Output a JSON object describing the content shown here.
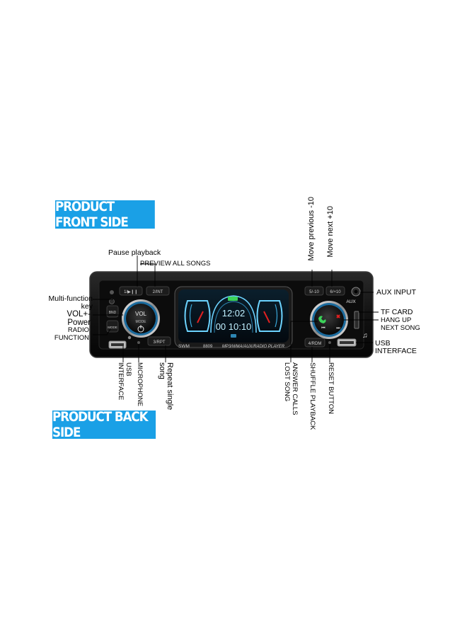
{
  "banners": {
    "front": "PRODUCT FRONT SIDE",
    "back": "PRODUCT BACK SIDE"
  },
  "device": {
    "buttons": [
      "1/▶❙❙",
      "2/INT",
      "3/RPT",
      "4/RDM",
      "5/-10",
      "6/+10",
      "BND",
      "MODE"
    ],
    "knob_left": {
      "vol": "VOL",
      "mode": "MODE"
    },
    "brand": "SWM",
    "model": "8809",
    "tagline": "MP3/WMA/AUX/RADIO PLAYER",
    "aux_port": "AUX",
    "display": {
      "time": "12:02",
      "digits": "00 10:10"
    }
  },
  "labels": {
    "pause_playback": "Pause playback",
    "preview_all": "PREVIEW ALL SONGS",
    "multi_function": [
      "Multi-function",
      "key"
    ],
    "vol_power": [
      "VOL+-",
      "Power"
    ],
    "radio_function": [
      "RADIO",
      "FUNCTION"
    ],
    "usb_left": [
      "USB",
      "INTERFACE"
    ],
    "microphone": "MICROPHONE",
    "repeat_single": [
      "Repeat single",
      "song"
    ],
    "answer_calls": [
      "ANSWER CALLS",
      "LOST SONG"
    ],
    "shuffle": "SHUFFLE PLAYBACK",
    "reset": "RESET BUTTON",
    "move_prev": "Move previous -10",
    "move_next": "Move next +10",
    "aux_input": "AUX INPUT",
    "tf_card": "TF CARD",
    "hang_up": [
      "HANG UP",
      "NEXT SONG"
    ],
    "usb_right": [
      "USB",
      "INTERFACE"
    ]
  },
  "colors": {
    "banner": "#1aa0e6",
    "display_glow": "#7fdcff",
    "pointer_red": "#e02020",
    "device_body": "#141414"
  }
}
